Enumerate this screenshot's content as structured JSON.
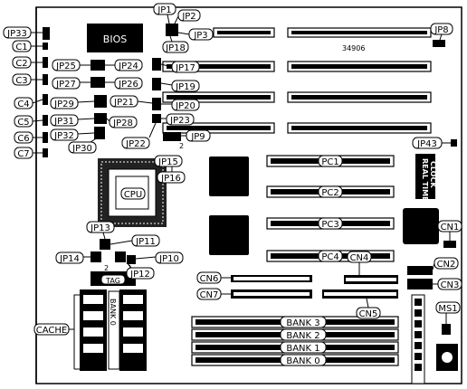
{
  "board": {
    "bios": "BIOS",
    "part_number": "34906",
    "cpu": "CPU",
    "rtc_line1": "REAL TIME",
    "rtc_line2": "CLOCK",
    "tag": "TAG",
    "cache": "CACHE",
    "bank0_vertical": "BANK 0",
    "pin1_a": "2",
    "pin1_b": "2",
    "pin1_c": "1"
  },
  "jumpers": {
    "jp1": "JP1",
    "jp2": "JP2",
    "jp3": "JP3",
    "jp8": "JP8",
    "jp33": "JP33",
    "c1": "C1",
    "c2": "C2",
    "c3": "C3",
    "c4": "C4",
    "c5": "C5",
    "c6": "C6",
    "c7": "C7",
    "jp25": "JP25",
    "jp24": "JP24",
    "jp27": "JP27",
    "jp26": "JP26",
    "jp29": "JP29",
    "jp31": "JP31",
    "jp32": "JP32",
    "jp30": "JP30",
    "jp28": "JP28",
    "jp18": "JP18",
    "jp17": "JP17",
    "jp19": "JP19",
    "jp20": "JP20",
    "jp21": "JP21",
    "jp23": "JP23",
    "jp22": "JP22",
    "jp9": "JP9",
    "jp15": "JP15",
    "jp16": "JP16",
    "jp43": "JP43",
    "jp13": "JP13",
    "jp11": "JP11",
    "jp14": "JP14",
    "jp10": "JP10",
    "jp12": "JP12"
  },
  "connectors": {
    "pc1": "PC1",
    "pc2": "PC2",
    "pc3": "PC3",
    "pc4": "PC4",
    "cn1": "CN1",
    "cn2": "CN2",
    "cn3": "CN3",
    "cn4": "CN4",
    "cn5": "CN5",
    "cn6": "CN6",
    "cn7": "CN7",
    "ms1": "MS1",
    "bank3": "BANK 3",
    "bank2": "BANK 2",
    "bank1": "BANK 1",
    "bank0": "BANK 0"
  }
}
